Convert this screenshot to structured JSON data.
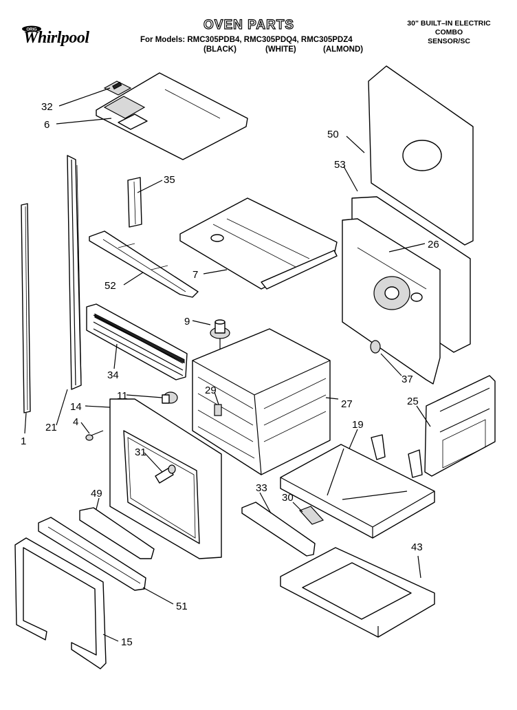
{
  "header": {
    "title": "OVEN PARTS",
    "models_line": "For Models: RMC305PDB4, RMC305PDQ4, RMC305PDZ4",
    "colors": [
      "(BLACK)",
      "(WHITE)",
      "(ALMOND)"
    ],
    "right_lines": [
      "30\" BUILT–IN ELECTRIC",
      "COMBO",
      "SENSOR/SC"
    ]
  },
  "logo": {
    "brand": "Whirlpool",
    "badge_text": "ORIG"
  },
  "callouts": {
    "c32": "32",
    "c6": "6",
    "c35": "35",
    "c50": "50",
    "c53": "53",
    "c26": "26",
    "c7": "7",
    "c52": "52",
    "c9": "9",
    "c34": "34",
    "c37": "37",
    "c11": "11",
    "c29": "29",
    "c27": "27",
    "c25": "25",
    "c14": "14",
    "c4": "4",
    "c21": "21",
    "c1": "1",
    "c19": "19",
    "c31": "31",
    "c33": "33",
    "c30": "30",
    "c49": "49",
    "c43": "43",
    "c51": "51",
    "c15": "15"
  }
}
